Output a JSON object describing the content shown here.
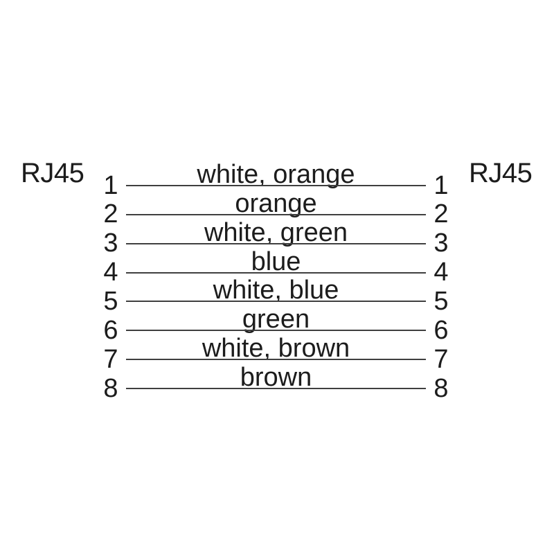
{
  "diagram": {
    "left_connector_label": "RJ45",
    "right_connector_label": "RJ45",
    "colors": {
      "background": "#ffffff",
      "text": "#1c1c1c",
      "line": "#3f3f3f"
    },
    "wires": [
      {
        "pin_left": "1",
        "color_label": "white, orange",
        "pin_right": "1"
      },
      {
        "pin_left": "2",
        "color_label": "orange",
        "pin_right": "2"
      },
      {
        "pin_left": "3",
        "color_label": "white, green",
        "pin_right": "3"
      },
      {
        "pin_left": "4",
        "color_label": "blue",
        "pin_right": "4"
      },
      {
        "pin_left": "5",
        "color_label": "white, blue",
        "pin_right": "5"
      },
      {
        "pin_left": "6",
        "color_label": "green",
        "pin_right": "6"
      },
      {
        "pin_left": "7",
        "color_label": "white, brown",
        "pin_right": "7"
      },
      {
        "pin_left": "8",
        "color_label": "brown",
        "pin_right": "8"
      }
    ]
  }
}
